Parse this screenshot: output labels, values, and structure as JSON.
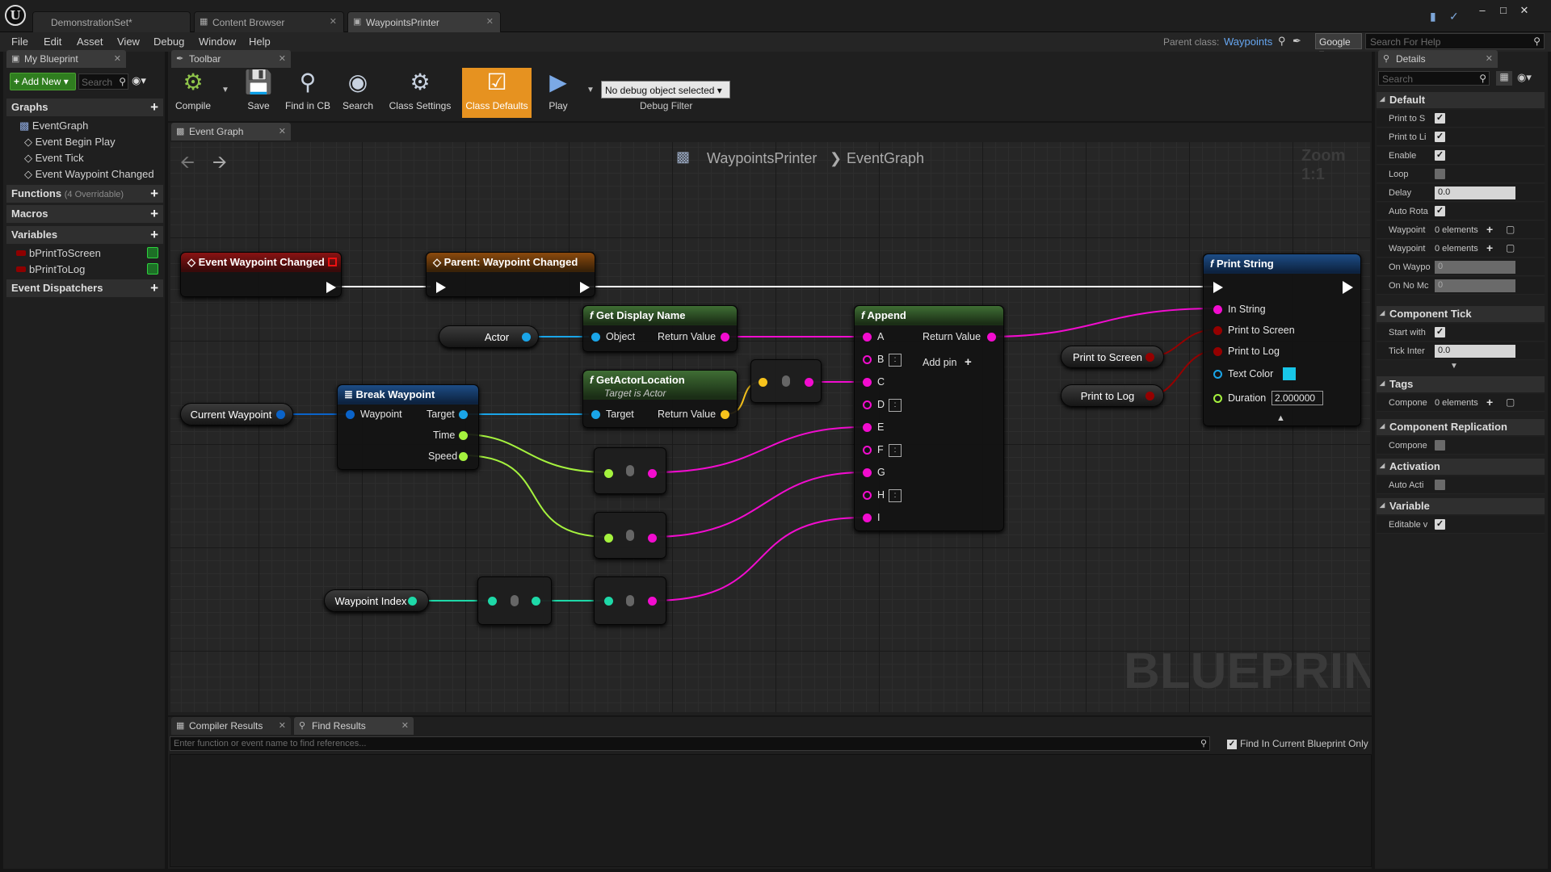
{
  "titlebar": {
    "tabs": [
      "DemonstrationSet*",
      "Content Browser",
      "WaypointsPrinter"
    ],
    "window_controls": [
      "–",
      "□",
      "✕"
    ]
  },
  "menubar": {
    "items": [
      "File",
      "Edit",
      "Asset",
      "View",
      "Debug",
      "Window",
      "Help"
    ],
    "parent_class_label": "Parent class:",
    "parent_class_value": "Waypoints",
    "search_engine": "Google",
    "search_placeholder": "Search For Help"
  },
  "my_blueprint": {
    "tab_label": "My Blueprint",
    "add_new_label": "Add New",
    "search_placeholder": "Search",
    "categories": {
      "graphs": "Graphs",
      "functions": "Functions",
      "functions_sub": "(4 Overridable)",
      "macros": "Macros",
      "variables": "Variables",
      "event_dispatchers": "Event Dispatchers"
    },
    "graph_items": [
      "EventGraph",
      "Event Begin Play",
      "Event Tick",
      "Event Waypoint Changed"
    ],
    "variables": [
      "bPrintToScreen",
      "bPrintToLog"
    ]
  },
  "toolbar": {
    "tab_label": "Toolbar",
    "buttons": [
      "Compile",
      "Save",
      "Find in CB",
      "Search",
      "Class Settings",
      "Class Defaults",
      "Play"
    ],
    "debug_select": "No debug object selected",
    "debug_filter_label": "Debug Filter"
  },
  "graph": {
    "tab_label": "Event Graph",
    "breadcrumb_root": "WaypointsPrinter",
    "breadcrumb_leaf": "EventGraph",
    "zoom": "Zoom 1:1",
    "watermark": "BLUEPRINT",
    "nodes": {
      "event_waypoint_changed": "Event Waypoint Changed",
      "parent_waypoint_changed": "Parent: Waypoint Changed",
      "actor": "Actor",
      "get_display_name": "Get Display Name",
      "gdn_object": "Object",
      "gdn_return": "Return Value",
      "get_actor_location": "GetActorLocation",
      "gal_sub": "Target is Actor",
      "gal_target": "Target",
      "gal_return": "Return Value",
      "current_waypoint": "Current Waypoint",
      "break_waypoint": "Break Waypoint",
      "bw_waypoint": "Waypoint",
      "bw_target": "Target",
      "bw_time": "Time",
      "bw_speed": "Speed",
      "waypoint_index": "Waypoint Index",
      "append": "Append",
      "append_pins": [
        "A",
        "B",
        "C",
        "D",
        "E",
        "F",
        "G",
        "H",
        "I"
      ],
      "append_return": "Return Value",
      "add_pin": "Add pin",
      "print_to_screen_var": "Print to Screen",
      "print_to_log_var": "Print to Log",
      "print_string": "Print String",
      "ps_in_string": "In String",
      "ps_print_to_screen": "Print to Screen",
      "ps_print_to_log": "Print to Log",
      "ps_text_color": "Text Color",
      "ps_duration": "Duration",
      "ps_duration_value": "2.000000",
      "text_color_hex": "#18c6e8"
    }
  },
  "bottom": {
    "tabs": [
      "Compiler Results",
      "Find Results"
    ],
    "find_placeholder": "Enter function or event name to find references...",
    "find_current_label": "Find In Current Blueprint Only"
  },
  "details": {
    "tab_label": "Details",
    "search_placeholder": "Search",
    "sections": {
      "default": "Default",
      "component_tick": "Component Tick",
      "tags": "Tags",
      "component_replication": "Component Replication",
      "activation": "Activation",
      "variable": "Variable"
    },
    "rows": {
      "print_to_s": "Print to S",
      "print_to_l": "Print to Li",
      "enable": "Enable",
      "loop": "Loop",
      "delay": "Delay",
      "delay_value": "0.0",
      "auto_rota": "Auto Rota",
      "waypoints1": "Waypoint",
      "waypoints1_value": "0 elements",
      "waypoints2": "Waypoint",
      "waypoints2_value": "0 elements",
      "on_waypo": "On Waypo",
      "on_no_mo": "On No Mc",
      "zero": "0",
      "start_with": "Start with",
      "tick_inter": "Tick Inter",
      "tick_value": "0.0",
      "tags_compone": "Compone",
      "tags_value": "0 elements",
      "repl_compone": "Compone",
      "auto_acti": "Auto Acti",
      "editable": "Editable v"
    }
  },
  "colors": {
    "accent": "#e69220",
    "string_pin": "#f20ccf",
    "object_pin": "#1aa5e8",
    "vector_pin": "#f7c31c",
    "float_pin": "#a5f23e",
    "int_pin": "#1ed9a8",
    "bool_pin": "#950000",
    "struct_pin": "#0a63c9"
  }
}
